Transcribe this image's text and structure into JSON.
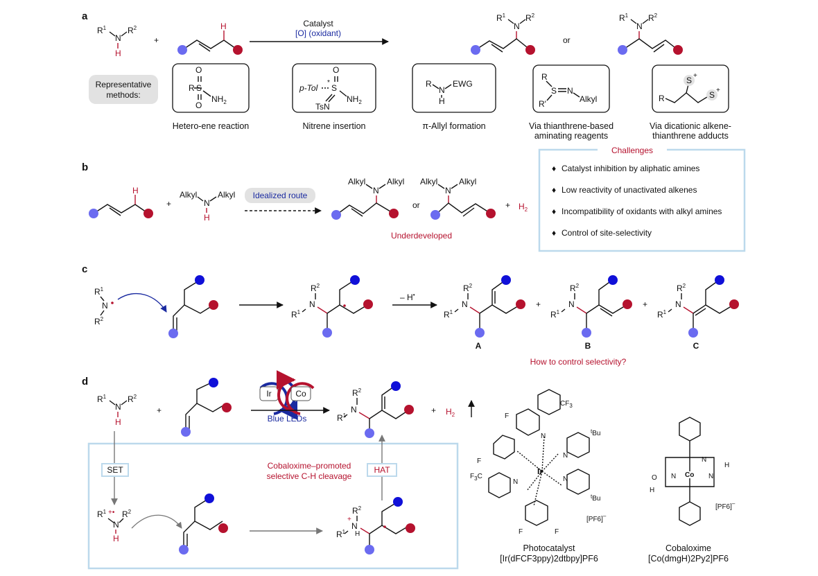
{
  "figure": {
    "panels": {
      "a": "a",
      "b": "b",
      "c": "c",
      "d": "d"
    },
    "colors": {
      "dot_blue": "#6b6bf0",
      "dot_navy": "#1010d8",
      "dot_red": "#b5122e",
      "text_red": "#b5122e",
      "text_blue": "#1a2aa0",
      "panel_border": "#bcd9ec",
      "pill_gray": "#e2e2e2"
    },
    "a": {
      "catalyst": "Catalyst",
      "oxidant": "[O] (oxidant)",
      "or": "or",
      "plus": "+",
      "representative": [
        "Representative",
        "methods:"
      ],
      "methods": [
        {
          "caption": [
            "Hetero-ene reaction"
          ]
        },
        {
          "caption": [
            "Nitrene insertion"
          ]
        },
        {
          "caption": [
            "π-Allyl formation"
          ]
        },
        {
          "caption": [
            "Via thianthrene-based",
            "aminating reagents"
          ]
        },
        {
          "caption": [
            "Via dicationic alkene-",
            "thianthrene adducts"
          ]
        }
      ],
      "labels": {
        "ewg": "EWG",
        "nh2": "NH",
        "tsn": "TsN",
        "ptol": "p-Tol",
        "alkyl": "Alkyl",
        "o": "O",
        "s": "S",
        "n": "N",
        "r": "R",
        "rprime": "R'",
        "h": "H"
      }
    },
    "b": {
      "idealized": "Idealized route",
      "underdeveloped": "Underdeveloped",
      "or": "or",
      "plus": "+",
      "h2": "H",
      "alkyl": "Alkyl",
      "challenges_title": "Challenges",
      "challenges": [
        "Catalyst inhibition by aliphatic amines",
        "Low reactivity of unactivated alkenes",
        "Incompatibility of oxidants with alkyl amines",
        "Control of site-selectivity"
      ]
    },
    "c": {
      "minus_h": "– H",
      "products": [
        "A",
        "B",
        "C"
      ],
      "question": "How to control selectivity?"
    },
    "d": {
      "ir": "Ir",
      "co": "Co",
      "blue_leds": "Blue LEDs",
      "set": "SET",
      "hat": "HAT",
      "cobaloxime_note": [
        "Cobaloxime–promoted",
        "selective C-H cleavage"
      ],
      "h2": "H",
      "photocatalyst_caption": [
        "Photocatalyst",
        "[Ir(dFCF3ppy)2dtbpy]PF6"
      ],
      "cobaloxime_caption": [
        "Cobaloxime",
        "[Co(dmgH)2Py2]PF6"
      ],
      "pf6": "[PF6]",
      "cf3": "CF3",
      "tbu": "tBu",
      "f": "F"
    }
  }
}
